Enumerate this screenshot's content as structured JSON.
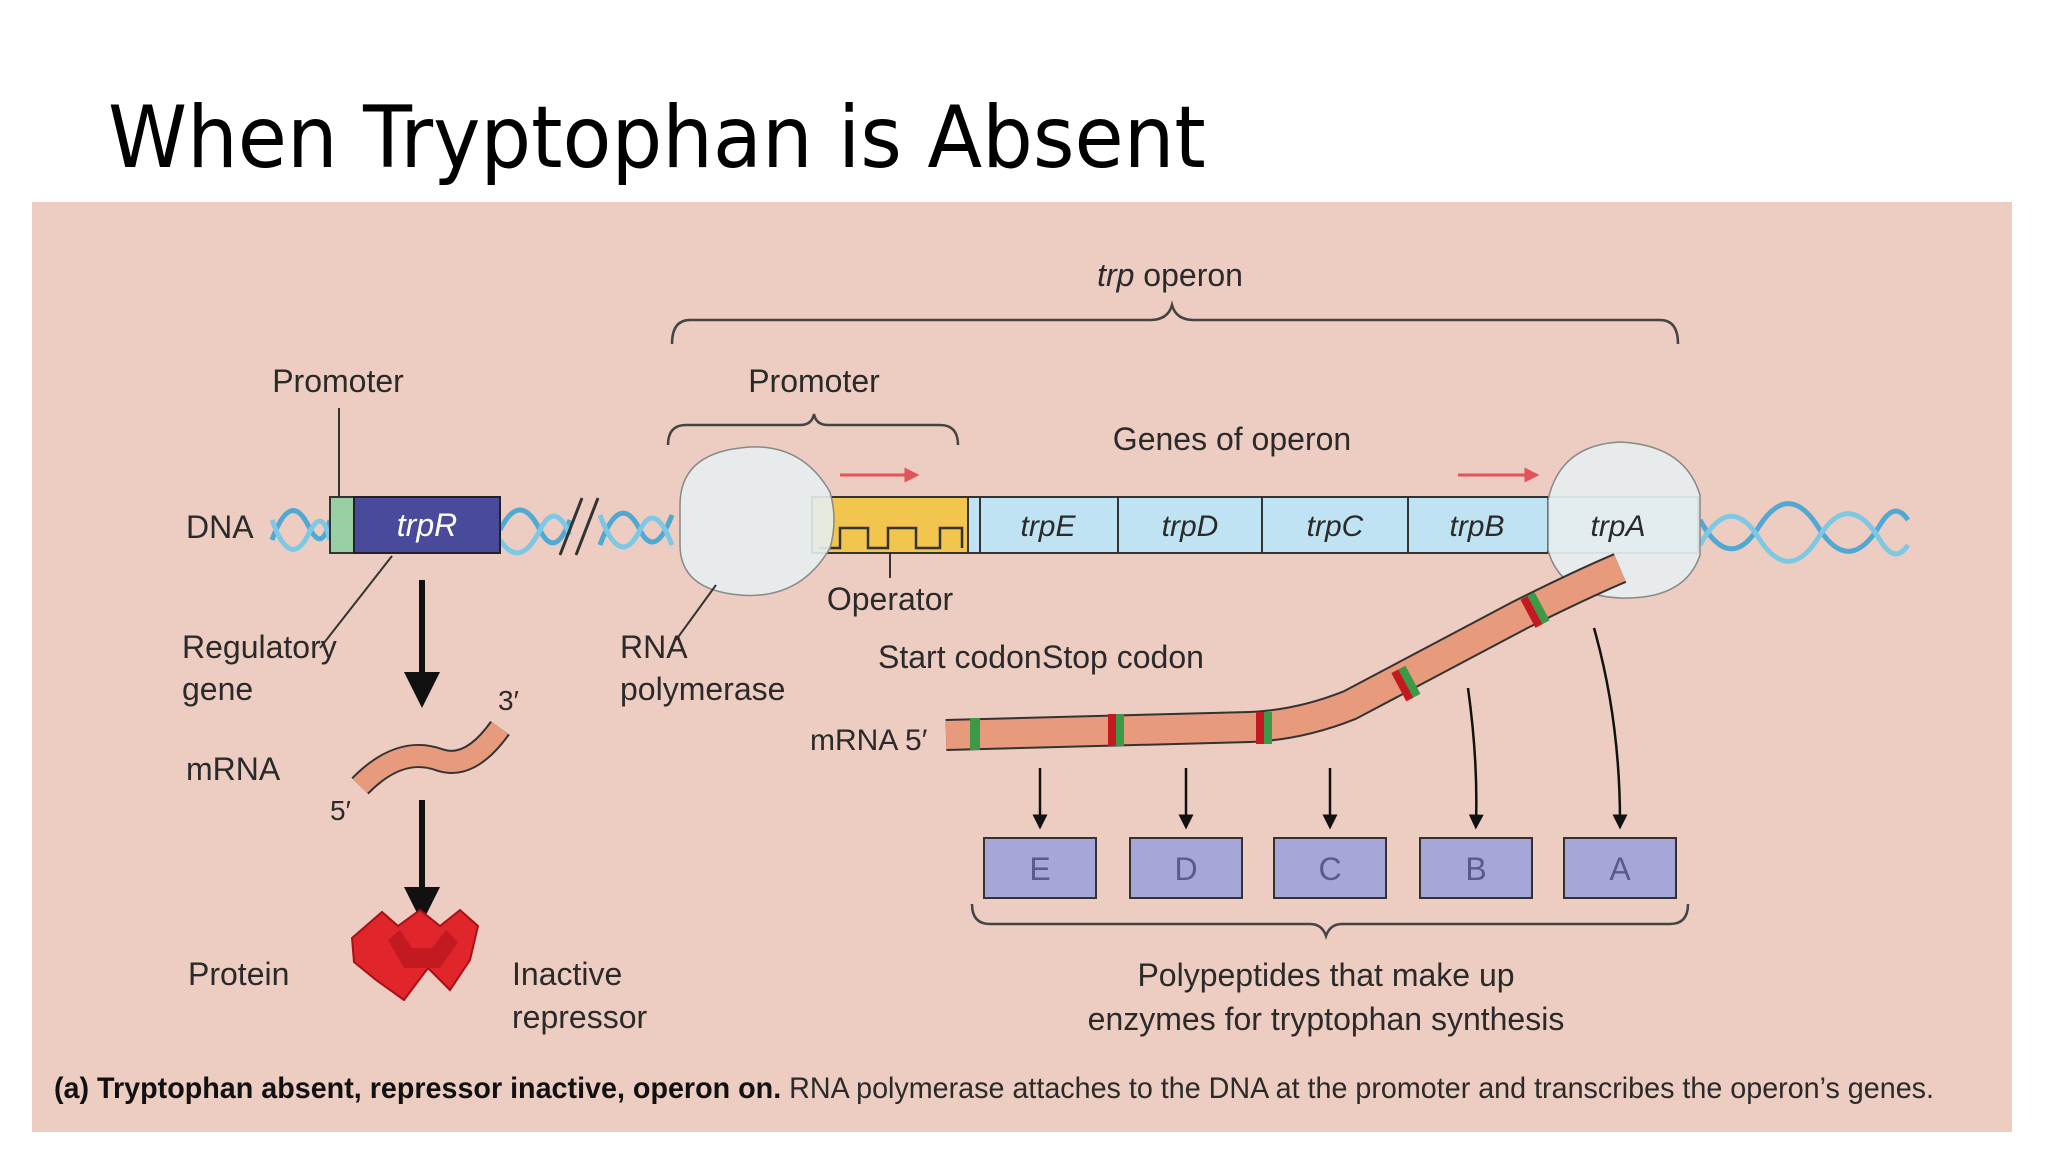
{
  "slide": {
    "title": "When Tryptophan is Absent"
  },
  "figure": {
    "trp_operon_label_italic": "trp",
    "trp_operon_label_rest": " operon",
    "promoter_left": "Promoter",
    "promoter_right": "Promoter",
    "genes_of_operon": "Genes of operon",
    "dna": "DNA",
    "trpR": "trpR",
    "regulatory_gene_line1": "Regulatory",
    "regulatory_gene_line2": "gene",
    "mrna_left": "mRNA",
    "three_prime": "3′",
    "five_prime": "5′",
    "protein": "Protein",
    "inactive_line1": "Inactive",
    "inactive_line2": "repressor",
    "rna_pol_line1": "RNA",
    "rna_pol_line2": "polymerase",
    "operator": "Operator",
    "start_codon": "Start codon",
    "stop_codon": "Stop codon",
    "mrna_5": "mRNA 5′",
    "genes": [
      "trpE",
      "trpD",
      "trpC",
      "trpB",
      "trpA"
    ],
    "polypeptides": [
      "E",
      "D",
      "C",
      "B",
      "A"
    ],
    "polypeptides_line1": "Polypeptides that make up",
    "polypeptides_line2": "enzymes for tryptophan synthesis",
    "caption_bold": "(a) Tryptophan absent, repressor inactive, operon on.",
    "caption_rest": " RNA polymerase attaches to the DNA at the promoter and transcribes the operon’s genes."
  },
  "colors": {
    "panel": "#edcdc2",
    "trpR_box": "#4a4a9c",
    "gene_box": "#bfe3f2",
    "operator_box": "#f2c54e",
    "mrna": "#e89a7c",
    "polypeptide_box": "#a6a6d8",
    "repressor": "#e0252b",
    "dna_helix": "#4fa9d3"
  }
}
